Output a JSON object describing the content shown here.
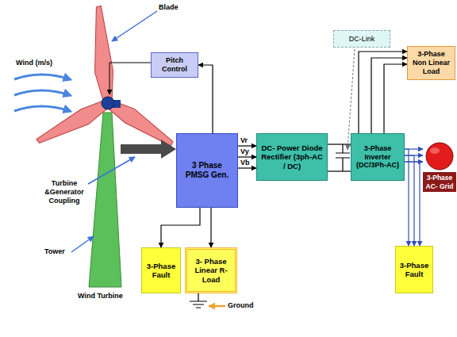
{
  "diagram": {
    "nodes": [
      {
        "text": [
          "Pitch Control"
        ]
      },
      {
        "text": [
          "3 Phase PMSG Gen."
        ]
      },
      {
        "text": [
          "DC- Power Diode Rectifier (3ph-AC / DC)"
        ]
      },
      {
        "text": [
          "DC-Link"
        ]
      },
      {
        "text": [
          "3-Phase Inverter (DC/3Ph-AC)"
        ]
      },
      {
        "text": [
          "3-Phase Non Linear Load"
        ]
      },
      {
        "text": [
          "3-Phase AC- Grid"
        ]
      },
      {
        "text": [
          "3-Phase Fault"
        ]
      },
      {
        "text": [
          "3- Phase Linear R-Load"
        ]
      },
      {
        "text": [
          "3-Phase Fault"
        ]
      }
    ],
    "edges": [
      {
        "from": 1,
        "to": 0,
        "arrow": "to"
      },
      {
        "from": 1,
        "to": 2,
        "arrow": "to",
        "label": "Vr"
      },
      {
        "from": 1,
        "to": 2,
        "arrow": "to",
        "label": "Vy"
      },
      {
        "from": 1,
        "to": 2,
        "arrow": "to",
        "label": "Vb"
      },
      {
        "from": 1,
        "to": 7,
        "arrow": "to"
      },
      {
        "from": 1,
        "to": 8,
        "arrow": "to"
      },
      {
        "from": 2,
        "to": 4,
        "arrow": "none"
      },
      {
        "from": 2,
        "to": 4,
        "arrow": "none"
      },
      {
        "from": 4,
        "to": 5,
        "arrow": "to"
      },
      {
        "from": 4,
        "to": 5,
        "arrow": "to"
      },
      {
        "from": 4,
        "to": 5,
        "arrow": "to"
      },
      {
        "from": 4,
        "to": 6,
        "arrow": "to"
      },
      {
        "from": 4,
        "to": 6,
        "arrow": "to"
      },
      {
        "from": 4,
        "to": 6,
        "arrow": "to"
      },
      {
        "from": 4,
        "to": 9,
        "arrow": "to"
      },
      {
        "from": 4,
        "to": 9,
        "arrow": "to"
      },
      {
        "from": 4,
        "to": 9,
        "arrow": "to"
      }
    ],
    "labels": [
      "Blade",
      "Wind (m/s)",
      "Turbine &Generator Coupling",
      "Tower",
      "Wind Turbine",
      "Ground"
    ]
  }
}
